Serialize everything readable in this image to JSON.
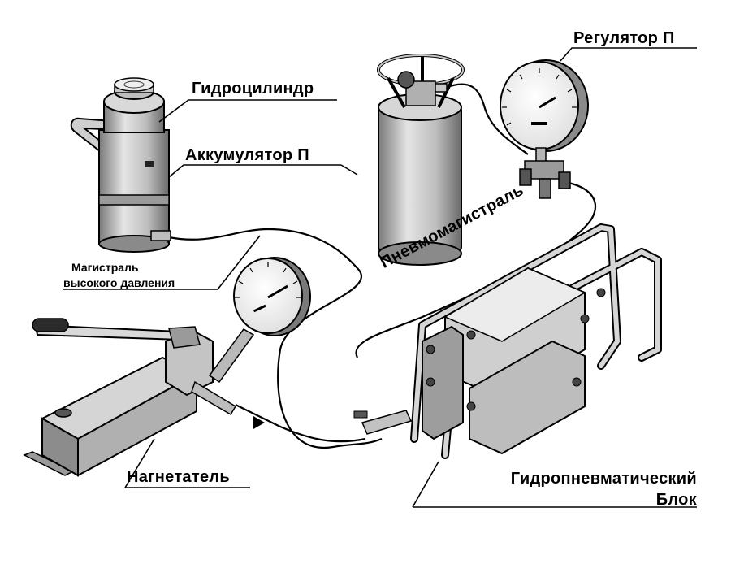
{
  "labels": {
    "hydrocylinder": "Гидроцилиндр",
    "regulator": "Регулятор П",
    "accumulator": "Аккумулятор П",
    "high_pressure_line_1": "Магистраль",
    "high_pressure_line_2": "высокого давления",
    "pneumo_line": "Пневмомагистраль",
    "pump": "Нагнетатель",
    "block_1": "Гидропневматический",
    "block_2": "Блок"
  },
  "components": [
    {
      "name": "hydrocylinder",
      "icon": "hydraulic-cylinder-icon"
    },
    {
      "name": "accumulator",
      "icon": "gas-cylinder-icon"
    },
    {
      "name": "regulator",
      "icon": "pressure-gauge-icon"
    },
    {
      "name": "pump",
      "icon": "hand-pump-icon"
    },
    {
      "name": "gauge",
      "icon": "pressure-gauge-icon"
    },
    {
      "name": "hydropneumatic-block",
      "icon": "hydropneumatic-block-icon"
    }
  ],
  "colors": {
    "line": "#000000",
    "metal_light": "#e6e6e6",
    "metal_mid": "#b5b5b5",
    "metal_dark": "#6e6e6e",
    "background": "#ffffff"
  }
}
